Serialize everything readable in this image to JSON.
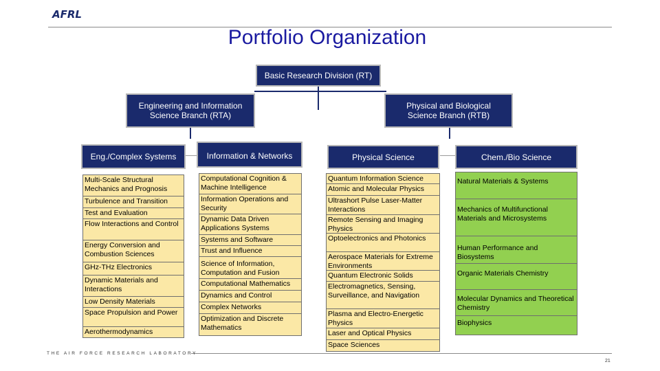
{
  "header": {
    "logo_text": "AFRL",
    "title": "Portfolio Organization",
    "footer_tagline": "THE AIR FORCE RESEARCH LABORATORY",
    "page_number": "21"
  },
  "colors": {
    "navy": "#1a2a6c",
    "title_blue": "#1a1aa0",
    "tan": "#fbe8a6",
    "green": "#92d050"
  },
  "org": {
    "division": "Basic Research Division (RT)",
    "branch_rta": "Engineering and Information Science Branch (RTA)",
    "branch_rtb": "Physical and Biological Science Branch (RTB)",
    "col1": {
      "header": "Eng./Complex Systems",
      "items": [
        "Multi-Scale Structural Mechanics and Prognosis",
        "Turbulence and Transition",
        "Test and Evaluation",
        "Flow Interactions and Control",
        "Energy Conversion and Combustion Sciences",
        "GHz-THz Electronics",
        "Dynamic Materials and Interactions",
        "Low Density Materials",
        "Space Propulsion and Power",
        "Aerothermodynamics"
      ]
    },
    "col2": {
      "header": "Information & Networks",
      "items": [
        "Computational Cognition & Machine Intelligence",
        "Information Operations and Security",
        "Dynamic Data Driven Applications Systems",
        "Systems and Software",
        "Trust and Influence",
        "Science of Information, Computation and Fusion",
        "Computational Mathematics",
        "Dynamics and Control",
        "Complex Networks",
        "Optimization and Discrete Mathematics"
      ]
    },
    "col3": {
      "header": "Physical Science",
      "items": [
        "Quantum Information Science",
        "Atomic and Molecular Physics",
        "Ultrashort Pulse Laser-Matter Interactions",
        "Remote Sensing and Imaging Physics",
        "Optoelectronics and Photonics",
        "Aerospace Materials for Extreme Environments",
        "Quantum Electronic Solids",
        "Electromagnetics, Sensing, Surveillance, and Navigation",
        "Plasma and Electro-Energetic Physics",
        "Laser and Optical Physics",
        "Space Sciences"
      ]
    },
    "col4": {
      "header": "Chem./Bio Science",
      "items": [
        "Natural Materials & Systems",
        "Mechanics of Multifunctional Materials and Microsystems",
        "Human Performance and Biosystems",
        "Organic Materials Chemistry",
        "Molecular Dynamics and Theoretical Chemistry",
        "Biophysics"
      ]
    }
  }
}
